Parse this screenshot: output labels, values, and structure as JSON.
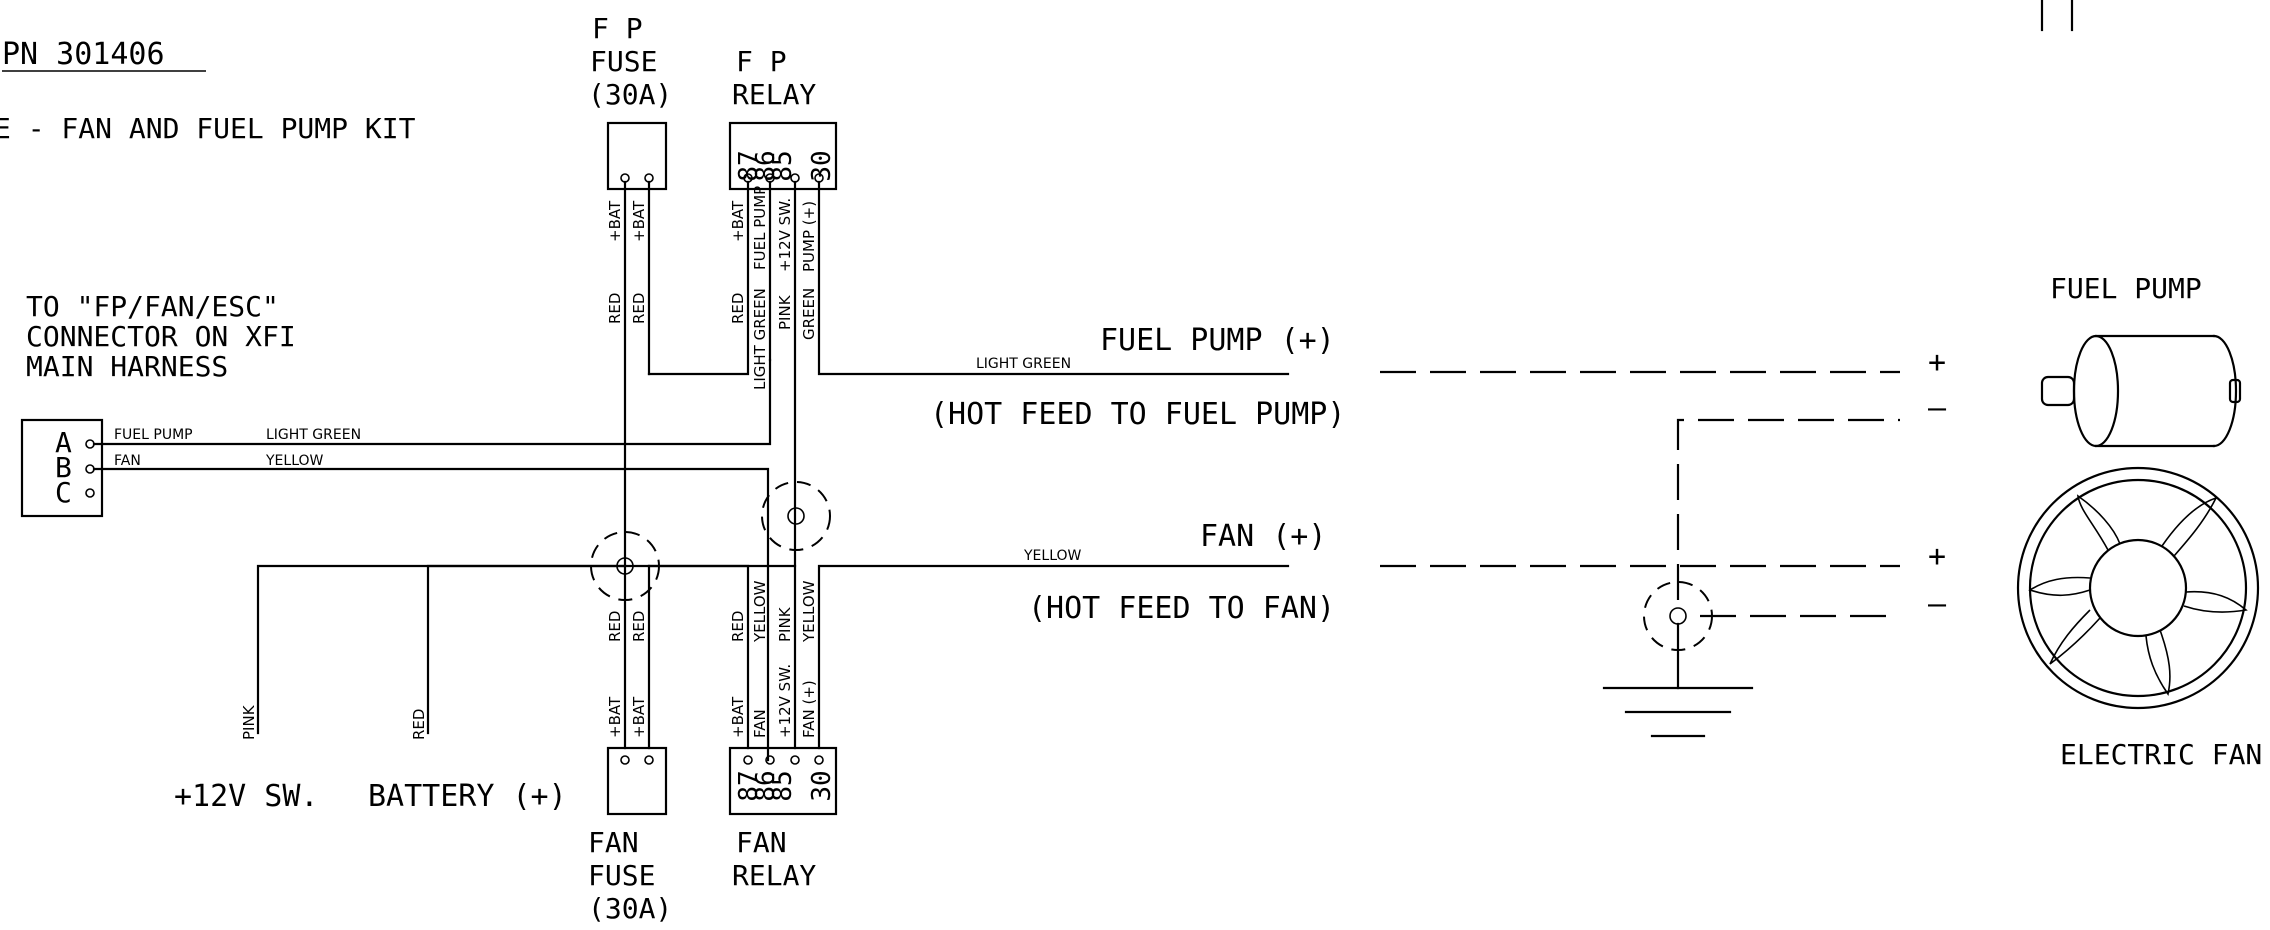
{
  "header": {
    "part_number": "PN 301406",
    "subtitle": "E - FAN AND FUEL PUMP KIT"
  },
  "connector": {
    "note_lines": [
      "TO \"FP/FAN/ESC\"",
      "CONNECTOR ON XFI",
      "MAIN HARNESS"
    ],
    "pins": [
      "A",
      "B",
      "C"
    ],
    "pin_a_label": "FUEL PUMP",
    "pin_b_label": "FAN",
    "wire_a_color": "LIGHT GREEN",
    "wire_b_color": "YELLOW"
  },
  "fp_fuse": {
    "lines": [
      "F P",
      "FUSE",
      "(30A)"
    ]
  },
  "fp_relay": {
    "lines": [
      "F P",
      "RELAY"
    ]
  },
  "fan_fuse": {
    "lines": [
      "FAN",
      "FUSE",
      "(30A)"
    ]
  },
  "fan_relay": {
    "lines": [
      "FAN",
      "RELAY"
    ]
  },
  "relay_pins": [
    "87",
    "86",
    "85",
    "30"
  ],
  "wire_labels": {
    "bat": "+BAT",
    "red": "RED",
    "fuel_pump": "FUEL PUMP",
    "sw": "+12V SW.",
    "pump_pos": "PUMP (+)",
    "light_green": "LIGHT GREEN",
    "pink": "PINK",
    "green": "GREEN",
    "yellow": "YELLOW",
    "fan": "FAN",
    "fan_pos": "FAN (+)"
  },
  "outputs": {
    "fuel_pump_pos": "FUEL PUMP (+)",
    "fuel_pump_feed": "(HOT FEED TO FUEL PUMP)",
    "fuel_pump_wire": "LIGHT GREEN",
    "fan_pos": "FAN (+)",
    "fan_feed": "(HOT FEED TO FAN)",
    "fan_wire": "YELLOW"
  },
  "inputs": {
    "sw_label": "+12V SW.",
    "sw_wire": "PINK",
    "battery_label": "BATTERY (+)",
    "battery_wire": "RED"
  },
  "components": {
    "fuel_pump": "FUEL PUMP",
    "electric_fan": "ELECTRIC FAN",
    "plus": "+",
    "minus": "—"
  }
}
